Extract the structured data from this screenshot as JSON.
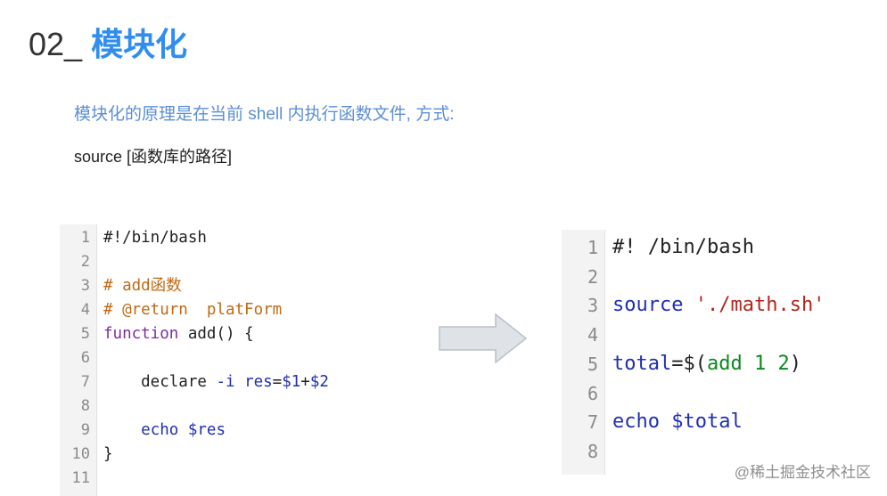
{
  "title": {
    "number": "02_",
    "name": "模块化"
  },
  "description": {
    "text": "模块化的原理是在当前 shell 内执行函数文件, 方式:"
  },
  "syntax": {
    "text": "source [函数库的路径]"
  },
  "left_code": {
    "lines": [
      {
        "n": "1",
        "parts": [
          {
            "t": "#!/bin/bash",
            "c": "plain"
          }
        ]
      },
      {
        "n": "2",
        "parts": []
      },
      {
        "n": "3",
        "parts": [
          {
            "t": "# add函数",
            "c": "comment"
          }
        ]
      },
      {
        "n": "4",
        "parts": [
          {
            "t": "# @return  platForm",
            "c": "comment"
          }
        ]
      },
      {
        "n": "5",
        "parts": [
          {
            "t": "function",
            "c": "kw"
          },
          {
            "t": " add() {",
            "c": "plain"
          }
        ]
      },
      {
        "n": "6",
        "parts": []
      },
      {
        "n": "7",
        "parts": [
          {
            "t": "    declare ",
            "c": "plain"
          },
          {
            "t": "-i",
            "c": "builtin"
          },
          {
            "t": " ",
            "c": "plain"
          },
          {
            "t": "res",
            "c": "var"
          },
          {
            "t": "=",
            "c": "plain"
          },
          {
            "t": "$1",
            "c": "var"
          },
          {
            "t": "+",
            "c": "plain"
          },
          {
            "t": "$2",
            "c": "var"
          }
        ]
      },
      {
        "n": "8",
        "parts": []
      },
      {
        "n": "9",
        "parts": [
          {
            "t": "    ",
            "c": "plain"
          },
          {
            "t": "echo",
            "c": "builtin"
          },
          {
            "t": " ",
            "c": "plain"
          },
          {
            "t": "$res",
            "c": "var"
          }
        ]
      },
      {
        "n": "10",
        "parts": [
          {
            "t": "}",
            "c": "plain"
          }
        ]
      },
      {
        "n": "11",
        "parts": []
      }
    ]
  },
  "right_code": {
    "lines": [
      {
        "n": "1",
        "parts": [
          {
            "t": "#! /bin/bash",
            "c": "plain"
          }
        ]
      },
      {
        "n": "2",
        "parts": []
      },
      {
        "n": "3",
        "parts": [
          {
            "t": "source",
            "c": "builtin"
          },
          {
            "t": " ",
            "c": "plain"
          },
          {
            "t": "'./math.sh'",
            "c": "str"
          }
        ]
      },
      {
        "n": "4",
        "parts": []
      },
      {
        "n": "5",
        "parts": [
          {
            "t": "total",
            "c": "var"
          },
          {
            "t": "=$(",
            "c": "plain"
          },
          {
            "t": "add 1 2",
            "c": "num"
          },
          {
            "t": ")",
            "c": "plain"
          }
        ]
      },
      {
        "n": "6",
        "parts": []
      },
      {
        "n": "7",
        "parts": [
          {
            "t": "echo",
            "c": "builtin"
          },
          {
            "t": " ",
            "c": "plain"
          },
          {
            "t": "$total",
            "c": "var"
          }
        ]
      },
      {
        "n": "8",
        "parts": []
      }
    ]
  },
  "arrow": {
    "icon": "right-arrow-icon",
    "fill": "#dfe3e8",
    "stroke": "#b9c0c8"
  },
  "credit": {
    "text": "@稀土掘金技术社区"
  }
}
